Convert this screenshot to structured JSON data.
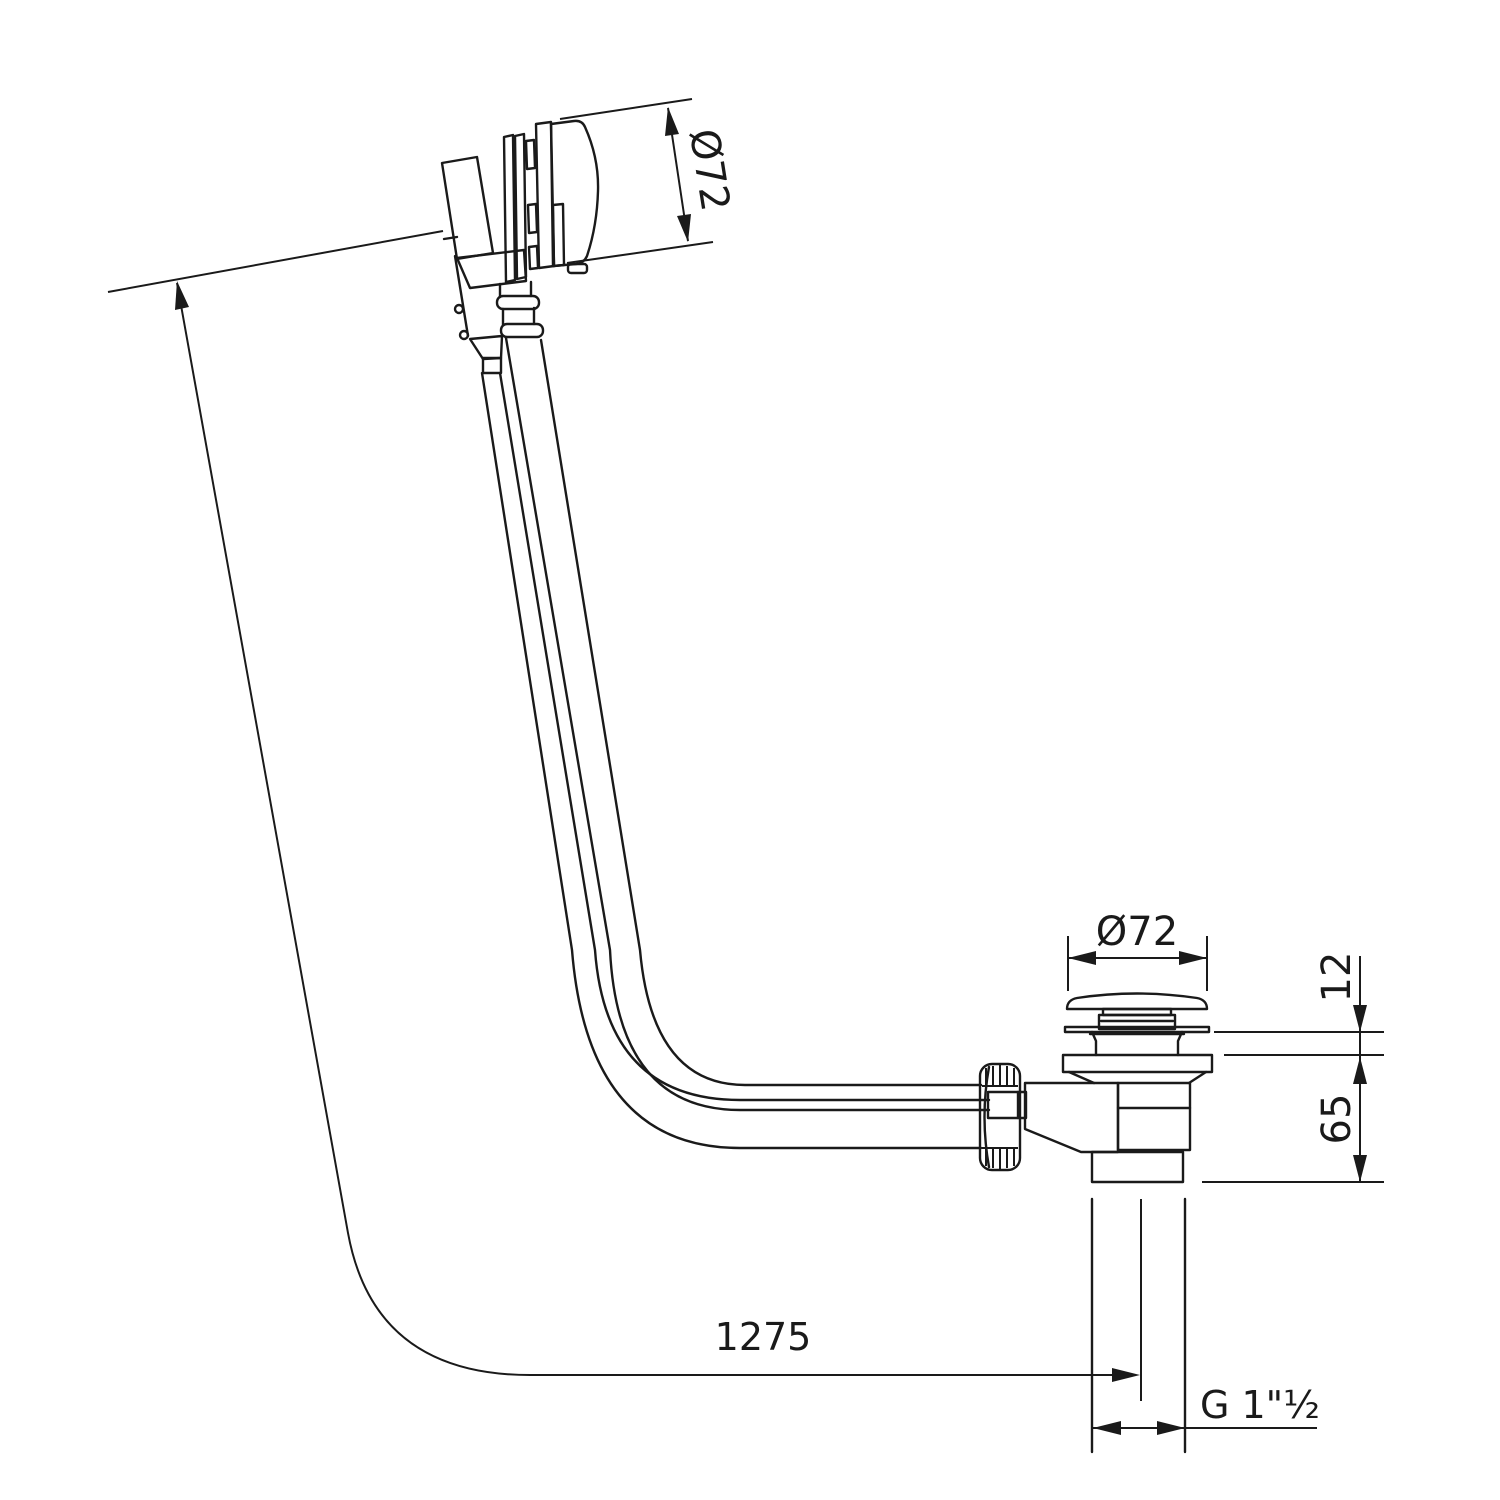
{
  "diagram": {
    "background": "#ffffff",
    "stroke_color": "#1a1a1a",
    "labels": {
      "overflow_cap_diameter": "Ø72",
      "drain_cap_diameter": "Ø72",
      "drain_cap_height": "12",
      "drain_body_height": "65",
      "overall_length": "1275",
      "drain_thread": "G 1\"½"
    }
  }
}
